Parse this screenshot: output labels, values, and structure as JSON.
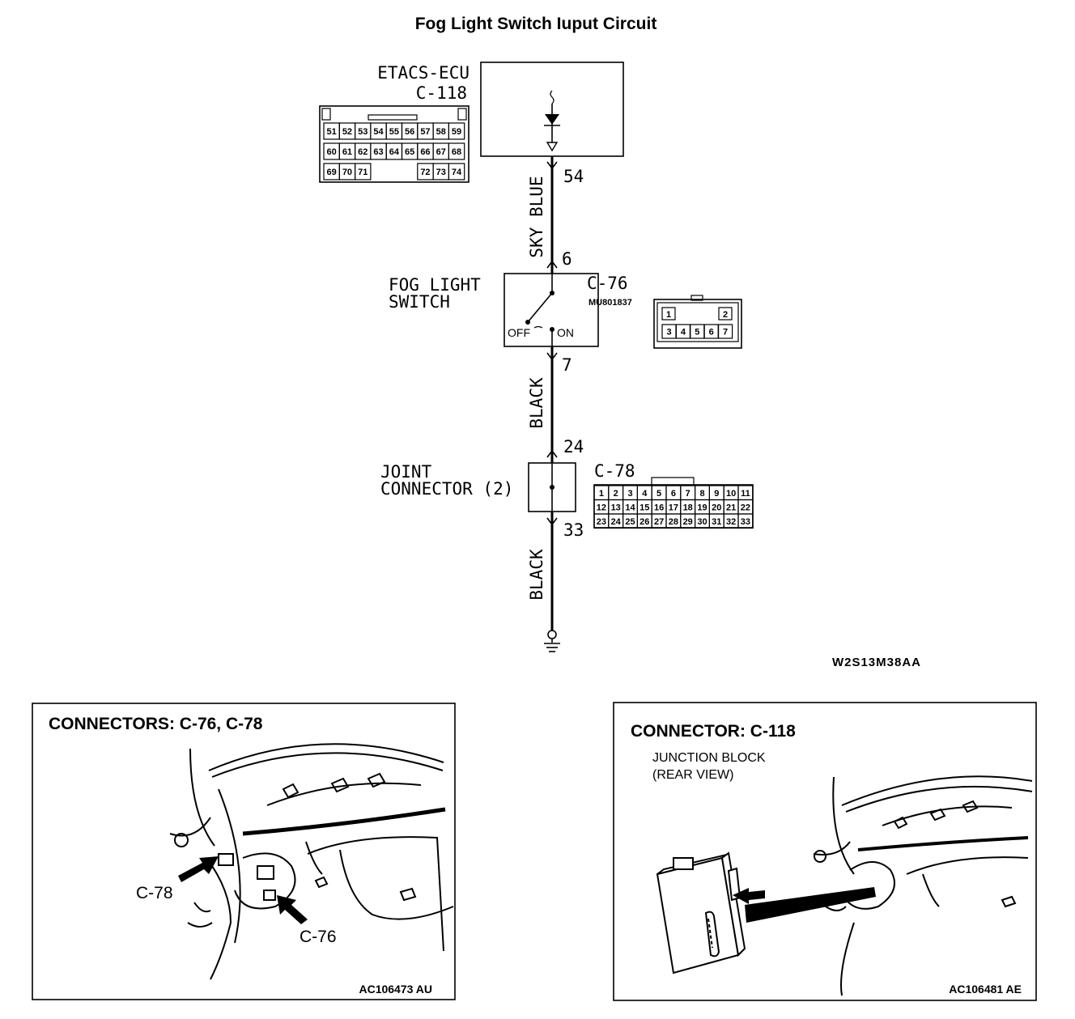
{
  "title": "Fog Light Switch Iuput Circuit",
  "etacs": {
    "name": "ETACS-ECU",
    "connector": "C-118"
  },
  "c118_pins": {
    "row1": [
      "51",
      "52",
      "53",
      "54",
      "55",
      "56",
      "57",
      "58",
      "59"
    ],
    "row2": [
      "60",
      "61",
      "62",
      "63",
      "64",
      "65",
      "66",
      "67",
      "68"
    ],
    "row3_left": [
      "69",
      "70",
      "71"
    ],
    "row3_right": [
      "72",
      "73",
      "74"
    ]
  },
  "wires": {
    "upper_color": "SKY BLUE",
    "middle_color": "BLACK",
    "lower_color": "BLACK"
  },
  "terminals": {
    "t54": "54",
    "t6": "6",
    "t7": "7",
    "t24": "24",
    "t33": "33"
  },
  "fog_switch": {
    "label_line1": "FOG LIGHT",
    "label_line2": "SWITCH",
    "connector": "C-76",
    "part_no": "MU801837",
    "off_label": "OFF",
    "on_label": "ON",
    "pins_top": [
      "1",
      "2"
    ],
    "pins_bottom": [
      "3",
      "4",
      "5",
      "6",
      "7"
    ]
  },
  "joint": {
    "label_line1": "JOINT",
    "label_line2": "CONNECTOR (2)",
    "connector": "C-78",
    "pins_row1": [
      "1",
      "2",
      "3",
      "4",
      "5",
      "6",
      "7",
      "8",
      "9",
      "10",
      "11"
    ],
    "pins_row2": [
      "12",
      "13",
      "14",
      "15",
      "16",
      "17",
      "18",
      "19",
      "20",
      "21",
      "22"
    ],
    "pins_row3": [
      "23",
      "24",
      "25",
      "26",
      "27",
      "28",
      "29",
      "30",
      "31",
      "32",
      "33"
    ]
  },
  "diagram_code": "W2S13M38AA",
  "panel_left": {
    "title": "CONNECTORS: C-76, C-78",
    "callout_c78": "C-78",
    "callout_c76": "C-76",
    "code": "AC106473 AU"
  },
  "panel_right": {
    "title": "CONNECTOR: C-118",
    "subtitle_line1": "JUNCTION BLOCK",
    "subtitle_line2": "(REAR VIEW)",
    "code": "AC106481 AE"
  }
}
